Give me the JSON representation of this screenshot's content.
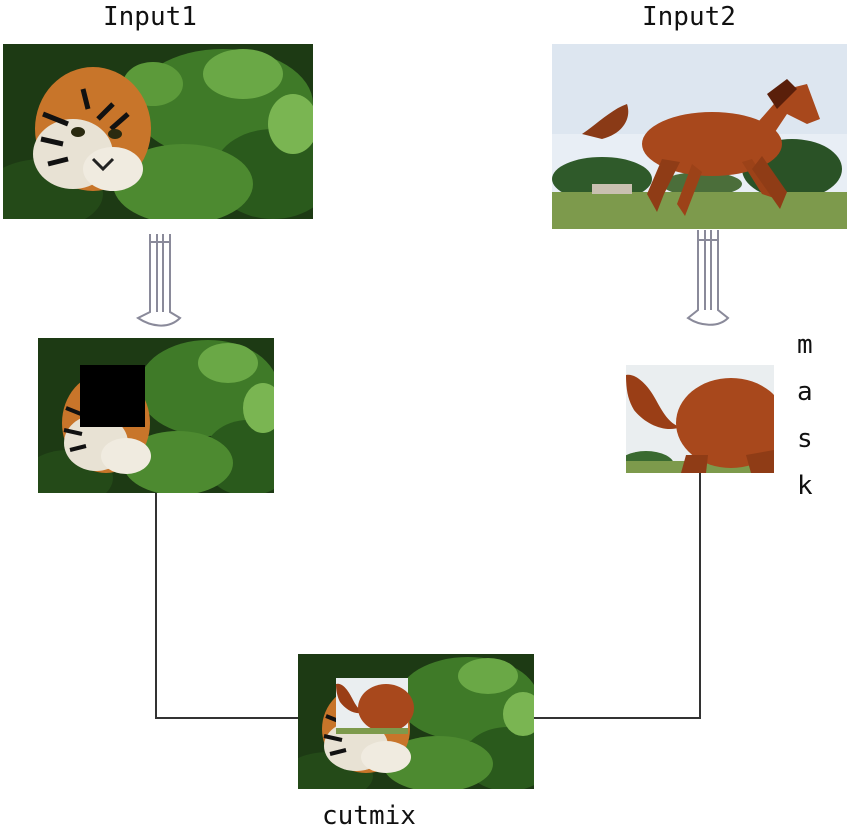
{
  "labels": {
    "input1": "Input1",
    "input2": "Input2",
    "mask": [
      "m",
      "a",
      "s",
      "k"
    ],
    "output": "cutmix"
  },
  "images": {
    "input1": "tiger in green foliage",
    "input2": "chestnut horse galloping on grass",
    "masked_input1": "tiger image with black square region",
    "cropped_input2": "cropped hindquarters of horse",
    "cutmix_output": "tiger image with horse patch pasted"
  },
  "colors": {
    "foliage_dark": "#1d3a14",
    "foliage_light": "#5c9a3a",
    "tiger_orange": "#c8752a",
    "horse_brown": "#a8481c",
    "sky": "#e8eef5",
    "grass": "#7d9a4c",
    "mask_black": "#000000",
    "arrow_outline": "#8a8a9a",
    "line": "#333333"
  }
}
